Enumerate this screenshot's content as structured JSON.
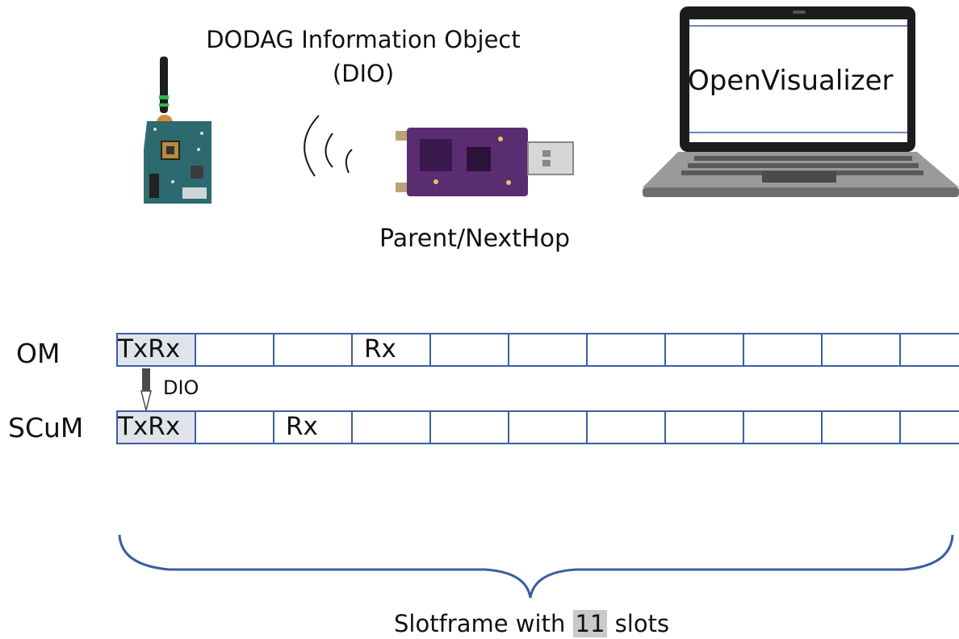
{
  "diagram": {
    "dio_title_line1": "DODAG Information Object",
    "dio_title_line2": "(DIO)",
    "parent_label": "Parent/NextHop",
    "laptop_label": "OpenVisualizer",
    "rows": [
      {
        "label": "OM",
        "slots": [
          "TxRx",
          "",
          "",
          "Rx",
          "",
          "",
          "",
          "",
          "",
          "",
          ""
        ]
      },
      {
        "label": "SCuM",
        "slots": [
          "TxRx",
          "",
          "Rx",
          "",
          "",
          "",
          "",
          "",
          "",
          "",
          ""
        ]
      }
    ],
    "arrow_label": "DIO",
    "caption_prefix": "Slotframe with ",
    "caption_number": "11",
    "caption_suffix": " slots",
    "colors": {
      "slot_border": "#3b5fa0",
      "brace": "#3b5fa0",
      "highlight": "#e0e4ea"
    }
  }
}
